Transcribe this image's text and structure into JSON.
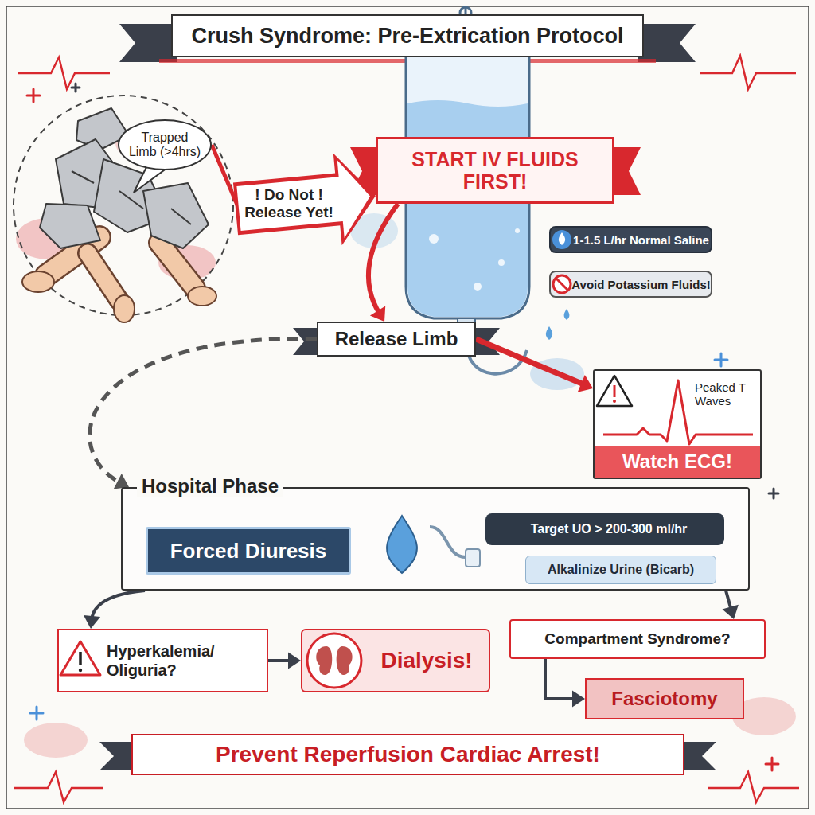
{
  "diagram": {
    "title": "Crush Syndrome: Pre-Extrication Protocol",
    "caption": "Prevent Reperfusion Cardiac Arrest!",
    "nodes": [
      {
        "text": [
          "Trapped Limb (>4hrs)"
        ]
      },
      {
        "text": [
          "START IV FLUIDS FIRST!"
        ]
      },
      {
        "text": [
          "1-1.5 L/hr Normal Saline"
        ]
      },
      {
        "text": [
          "Avoid Potassium Fluids!"
        ]
      },
      {
        "text": [
          "Release Limb"
        ]
      },
      {
        "text": [
          "Peaked T Waves",
          "Watch ECG!"
        ]
      },
      {
        "text": [
          "Hospital Phase"
        ]
      },
      {
        "text": [
          "Forced Diuresis"
        ],
        "in": 6
      },
      {
        "text": [
          "Target UO > 200-300 ml/hr"
        ],
        "in": 6
      },
      {
        "text": [
          "Alkalinize Urine (Bicarb)"
        ],
        "in": 6
      },
      {
        "text": [
          "Hyperkalemia/ Oliguria?"
        ]
      },
      {
        "text": [
          "Dialysis!"
        ]
      },
      {
        "text": [
          "Compartment Syndrome?"
        ]
      },
      {
        "text": [
          "Fasciotomy"
        ]
      }
    ],
    "edges": [
      {
        "from": 0,
        "to": 1,
        "label": "! Do Not ! Release Yet!",
        "arrow": "to"
      },
      {
        "from": 1,
        "to": 4,
        "arrow": "to"
      },
      {
        "from": 4,
        "to": 5,
        "arrow": "to"
      },
      {
        "from": 4,
        "to": 6,
        "arrow": "to"
      },
      {
        "from": 6,
        "to": 10,
        "arrow": "to"
      },
      {
        "from": 10,
        "to": 11,
        "arrow": "to"
      },
      {
        "from": 6,
        "to": 12,
        "arrow": "to"
      },
      {
        "from": 12,
        "to": 13,
        "arrow": "to"
      }
    ]
  }
}
